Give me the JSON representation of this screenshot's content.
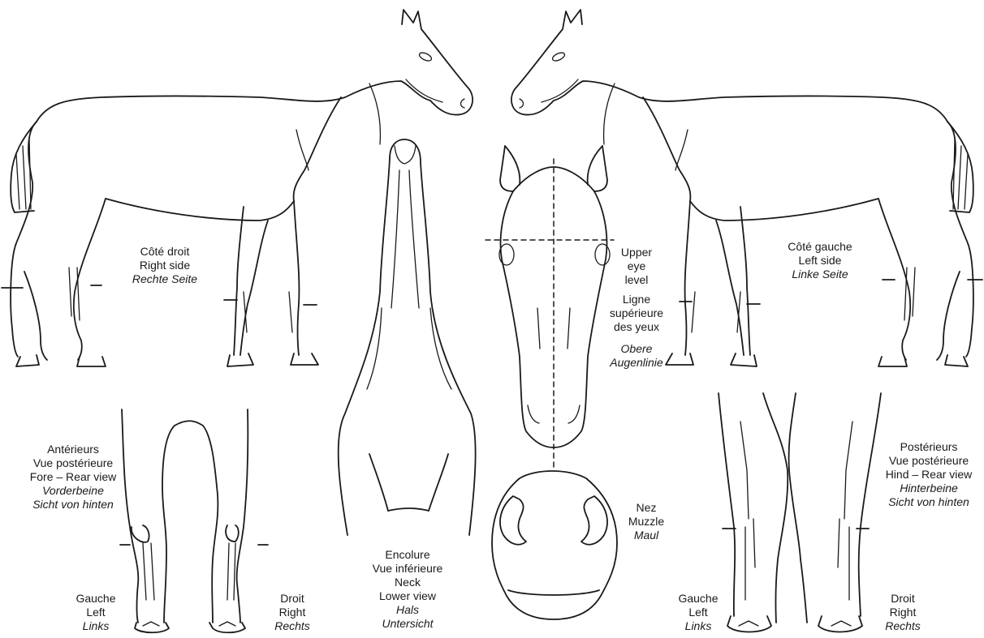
{
  "labels": {
    "right_side": {
      "fr": "Côté droit",
      "en": "Right side",
      "de": "Rechte Seite"
    },
    "left_side": {
      "fr": "Côté gauche",
      "en": "Left side",
      "de": "Linke Seite"
    },
    "eye_level": {
      "en1": "Upper",
      "en2": "eye",
      "en3": "level",
      "fr1": "Ligne",
      "fr2": "supérieure",
      "fr3": "des yeux",
      "de1": "Obere",
      "de2": "Augenlinie"
    },
    "forelegs": {
      "fr1": "Antérieurs",
      "fr2": "Vue postérieure",
      "en": "Fore – Rear view",
      "de1": "Vorderbeine",
      "de2": "Sicht von hinten"
    },
    "hindlegs": {
      "fr1": "Postérieurs",
      "fr2": "Vue postérieure",
      "en": "Hind – Rear view",
      "de1": "Hinterbeine",
      "de2": "Sicht von hinten"
    },
    "neck": {
      "fr1": "Encolure",
      "fr2": "Vue inférieure",
      "en1": "Neck",
      "en2": "Lower view",
      "de1": "Hals",
      "de2": "Untersicht"
    },
    "muzzle": {
      "fr": "Nez",
      "en": "Muzzle",
      "de": "Maul"
    },
    "fore_left": {
      "fr": "Gauche",
      "en": "Left",
      "de": "Links"
    },
    "fore_right": {
      "fr": "Droit",
      "en": "Right",
      "de": "Rechts"
    },
    "hind_left": {
      "fr": "Gauche",
      "en": "Left",
      "de": "Links"
    },
    "hind_right": {
      "fr": "Droit",
      "en": "Right",
      "de": "Rechts"
    }
  }
}
